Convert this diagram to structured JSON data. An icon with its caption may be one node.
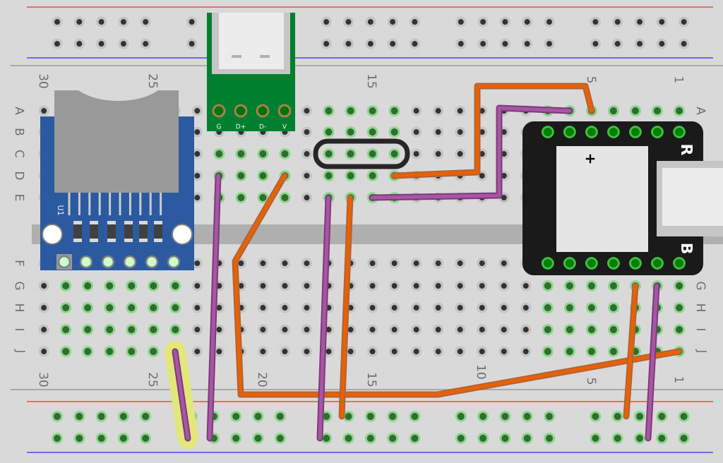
{
  "diagram": {
    "nodes": [
      {
        "text": [
          "U1"
        ]
      },
      {
        "text": [
          "G",
          "D+",
          "D-",
          "V"
        ]
      },
      {
        "text": [
          "R",
          "+",
          "B"
        ]
      }
    ],
    "labels": [
      "30",
      "25",
      "15",
      "5",
      "1",
      "A",
      "A",
      "B",
      "C",
      "D",
      "E",
      "F",
      "G",
      "G",
      "H",
      "H",
      "I",
      "I",
      "J",
      "J",
      "30",
      "25",
      "20",
      "15",
      "10",
      "5",
      "1"
    ]
  }
}
